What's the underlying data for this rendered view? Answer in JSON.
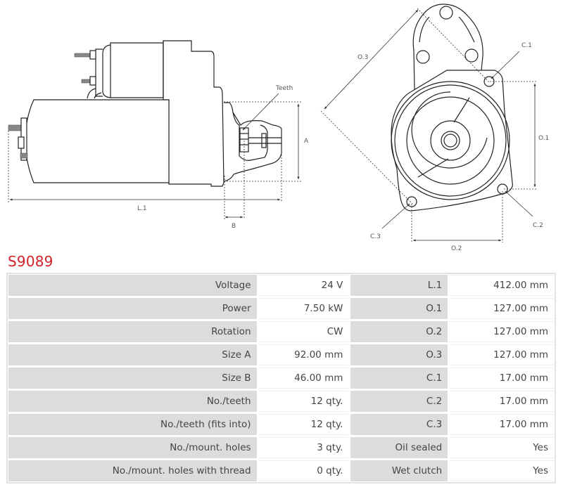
{
  "diagram": {
    "side_view_labels": {
      "teeth": "Teeth",
      "dim_a": "A",
      "dim_b": "B",
      "dim_l1": "L.1"
    },
    "front_view_labels": {
      "o1": "O.1",
      "o2": "O.2",
      "o3": "O.3",
      "c1": "C.1",
      "c2": "C.2",
      "c3": "C.3"
    }
  },
  "product": {
    "code": "S9089",
    "accent_color": "#d2232a"
  },
  "specs": {
    "rows": [
      {
        "label_left": "Voltage",
        "value_left": "24 V",
        "label_right": "L.1",
        "value_right": "412.00 mm"
      },
      {
        "label_left": "Power",
        "value_left": "7.50 kW",
        "label_right": "O.1",
        "value_right": "127.00 mm"
      },
      {
        "label_left": "Rotation",
        "value_left": "CW",
        "label_right": "O.2",
        "value_right": "127.00 mm"
      },
      {
        "label_left": "Size A",
        "value_left": "92.00 mm",
        "label_right": "O.3",
        "value_right": "127.00 mm"
      },
      {
        "label_left": "Size B",
        "value_left": "46.00 mm",
        "label_right": "C.1",
        "value_right": "17.00 mm"
      },
      {
        "label_left": "No./teeth",
        "value_left": "12 qty.",
        "label_right": "C.2",
        "value_right": "17.00 mm"
      },
      {
        "label_left": "No./teeth (fits into)",
        "value_left": "12 qty.",
        "label_right": "C.3",
        "value_right": "17.00 mm"
      },
      {
        "label_left": "No./mount. holes",
        "value_left": "3 qty.",
        "label_right": "Oil sealed",
        "value_right": "Yes"
      },
      {
        "label_left": "No./mount. holes with thread",
        "value_left": "0 qty.",
        "label_right": "Wet clutch",
        "value_right": "Yes"
      }
    ]
  }
}
